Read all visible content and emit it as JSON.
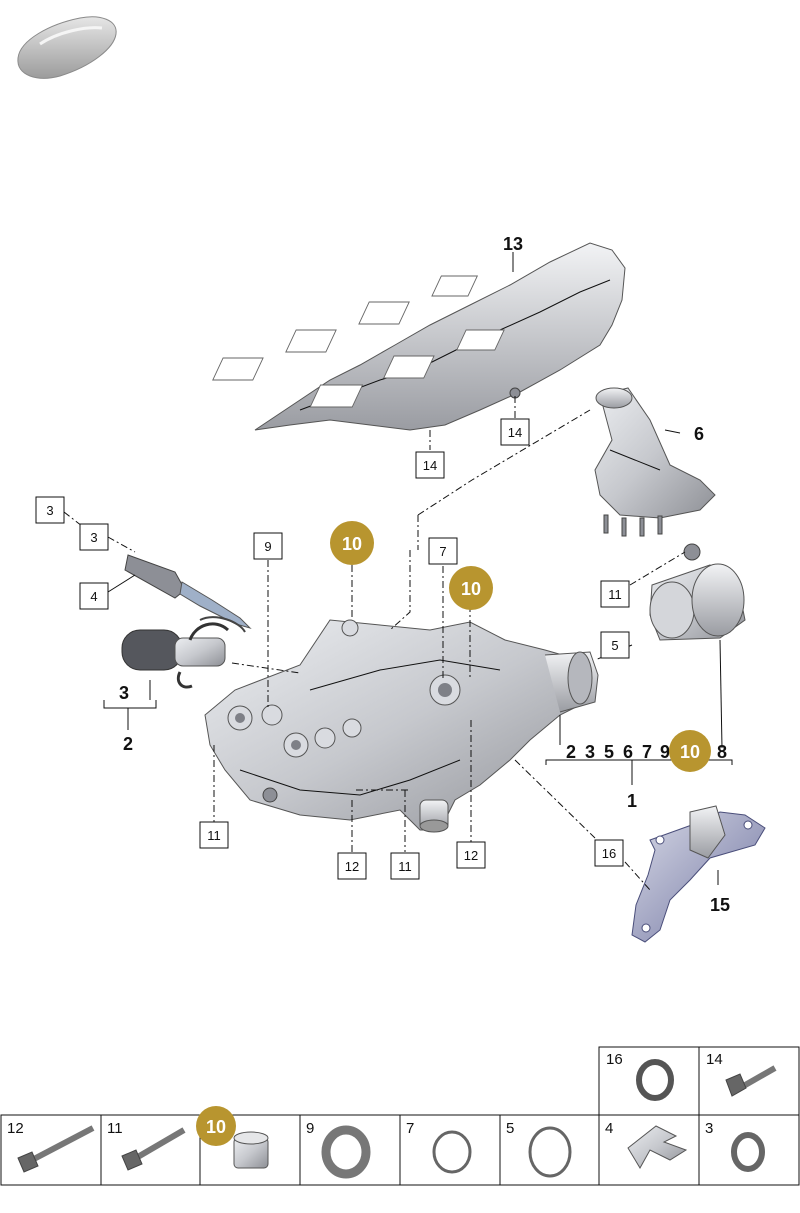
{
  "colors": {
    "badge": "#b8952f",
    "line": "#111111",
    "metal": "#c9cbd0",
    "highlight": "#7b7fa8"
  },
  "icons": {
    "car": "car-silhouette-icon"
  },
  "callouts": {
    "c13": "13",
    "c14a": "14",
    "c14b": "14",
    "c6": "6",
    "c3a": "3",
    "c3b": "3",
    "c4": "4",
    "c3c": "3",
    "c2": "2",
    "c9": "9",
    "c10a": "10",
    "c7": "7",
    "c10b": "10",
    "c11a": "11",
    "c5": "5",
    "c11b": "11",
    "c12a": "12",
    "c11c": "11",
    "c12b": "12",
    "c16": "16",
    "c15": "15",
    "c1": "1",
    "group1_list": [
      "2",
      "3",
      "5",
      "6",
      "7",
      "9",
      "10",
      "8"
    ]
  },
  "parts_table": {
    "top_row": [
      {
        "num": "16",
        "part": "o-ring"
      },
      {
        "num": "14",
        "part": "bolt"
      }
    ],
    "bottom_row": [
      {
        "num": "12",
        "part": "bolt"
      },
      {
        "num": "11",
        "part": "bolt"
      },
      {
        "num": "10",
        "part": "sleeve"
      },
      {
        "num": "9",
        "part": "seal"
      },
      {
        "num": "7",
        "part": "o-ring"
      },
      {
        "num": "5",
        "part": "o-ring"
      },
      {
        "num": "4",
        "part": "clip"
      },
      {
        "num": "3",
        "part": "o-ring"
      }
    ]
  }
}
